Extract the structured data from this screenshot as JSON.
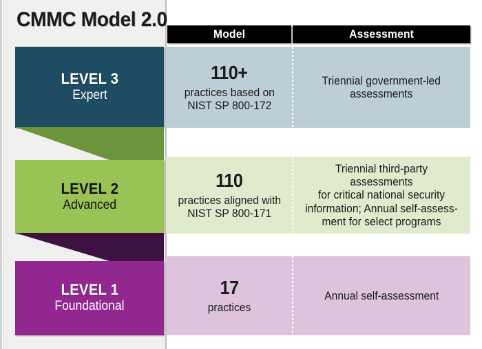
{
  "title": "CMMC Model 2.0",
  "columns": {
    "model_header": "Model",
    "assessment_header": "Assessment"
  },
  "colors": {
    "level3": "#1e4c63",
    "level3_row": "#bdcfd6",
    "level2": "#99c355",
    "level2_connector": "#6b943c",
    "level2_row": "#e0eacd",
    "level1": "#92278f",
    "level1_connector": "#3d1240",
    "level1_row": "#dec3dd",
    "header_bar": "#000000",
    "panel_bg": "#f0f0ee"
  },
  "levels": [
    {
      "id": "level-3",
      "name": "LEVEL 3",
      "descriptor": "Expert",
      "model_count": "110+",
      "model_detail": "practices based on\nNIST SP 800-172",
      "assessment": "Triennial government-led\nassessments"
    },
    {
      "id": "level-2",
      "name": "LEVEL 2",
      "descriptor": "Advanced",
      "model_count": "110",
      "model_detail": "practices aligned with\nNIST SP 800-171",
      "assessment": "Triennial third-party assessments\nfor critical national security\ninformation; Annual self-assess-\nment for select programs"
    },
    {
      "id": "level-1",
      "name": "LEVEL 1",
      "descriptor": "Foundational",
      "model_count": "17",
      "model_detail": "practices",
      "assessment": "Annual self-assessment"
    }
  ]
}
